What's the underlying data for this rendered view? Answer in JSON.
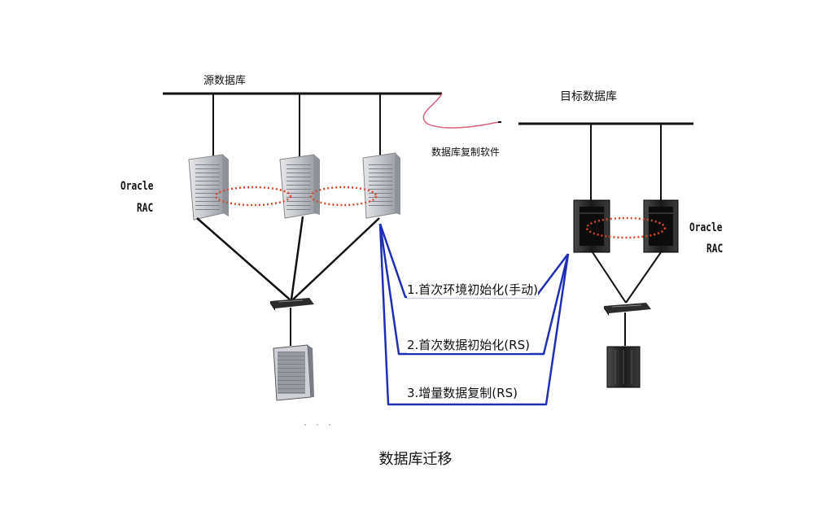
{
  "source_db": {
    "label": "源数据库"
  },
  "target_db": {
    "label": "目标数据库"
  },
  "replication_software": {
    "label": "数据库复制软件"
  },
  "source_cluster": {
    "line1": "Oracle",
    "line2": "RAC"
  },
  "target_cluster": {
    "line1": "Oracle",
    "line2": "RAC"
  },
  "steps": [
    {
      "label": "1.首次环境初始化(手动)"
    },
    {
      "label": "2.首次数据初始化(RS)"
    },
    {
      "label": "3.增量数据复制(RS)"
    }
  ],
  "caption": "数据库迁移",
  "colors": {
    "network_line": "#111111",
    "rac_interconnect": "#d9482b",
    "replication_path": "#1f2fb5",
    "replication_cable": "#d9607a",
    "server_light": "#c9ccd1",
    "server_dark": "#1c1c1c"
  }
}
